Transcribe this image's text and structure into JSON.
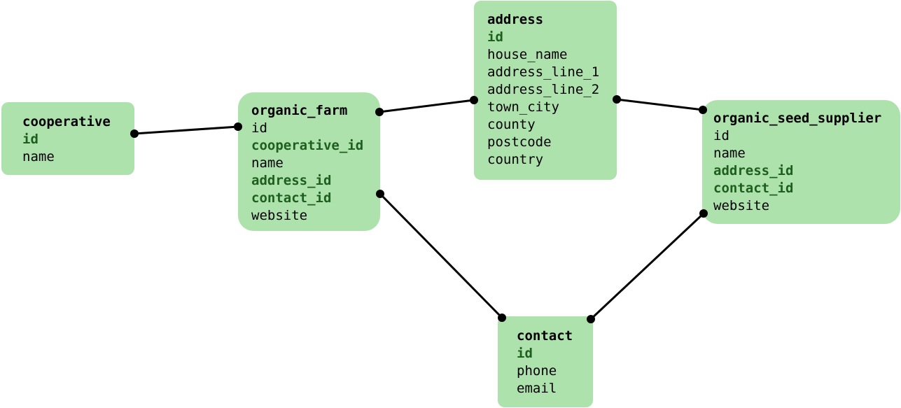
{
  "diagram": {
    "entities": [
      {
        "id": "cooperative",
        "name": "cooperative",
        "fields": [
          {
            "name": "id",
            "key": true
          },
          {
            "name": "name",
            "key": false
          }
        ]
      },
      {
        "id": "organic_farm",
        "name": "organic_farm",
        "fields": [
          {
            "name": "id",
            "key": false
          },
          {
            "name": "cooperative_id",
            "key": true
          },
          {
            "name": "name",
            "key": false
          },
          {
            "name": "address_id",
            "key": true
          },
          {
            "name": "contact_id",
            "key": true
          },
          {
            "name": "website",
            "key": false
          }
        ]
      },
      {
        "id": "address",
        "name": "address",
        "fields": [
          {
            "name": "id",
            "key": true
          },
          {
            "name": "house_name",
            "key": false
          },
          {
            "name": "address_line_1",
            "key": false
          },
          {
            "name": "address_line_2",
            "key": false
          },
          {
            "name": "town_city",
            "key": false
          },
          {
            "name": "county",
            "key": false
          },
          {
            "name": "postcode",
            "key": false
          },
          {
            "name": "country",
            "key": false
          }
        ]
      },
      {
        "id": "organic_seed_supplier",
        "name": "organic_seed_supplier",
        "fields": [
          {
            "name": "id",
            "key": false
          },
          {
            "name": "name",
            "key": false
          },
          {
            "name": "address_id",
            "key": true
          },
          {
            "name": "contact_id",
            "key": true
          },
          {
            "name": "website",
            "key": false
          }
        ]
      },
      {
        "id": "contact",
        "name": "contact",
        "fields": [
          {
            "name": "id",
            "key": true
          },
          {
            "name": "phone",
            "key": false
          },
          {
            "name": "email",
            "key": false
          }
        ]
      }
    ],
    "relationships": [
      {
        "from": "cooperative",
        "to": "organic_farm"
      },
      {
        "from": "organic_farm",
        "to": "address"
      },
      {
        "from": "address",
        "to": "organic_seed_supplier"
      },
      {
        "from": "organic_farm",
        "to": "contact"
      },
      {
        "from": "organic_seed_supplier",
        "to": "contact"
      }
    ],
    "colors": {
      "entity_fill": "#ade2ac",
      "key_field": "#1e5f1f",
      "connector": "#000000"
    }
  }
}
